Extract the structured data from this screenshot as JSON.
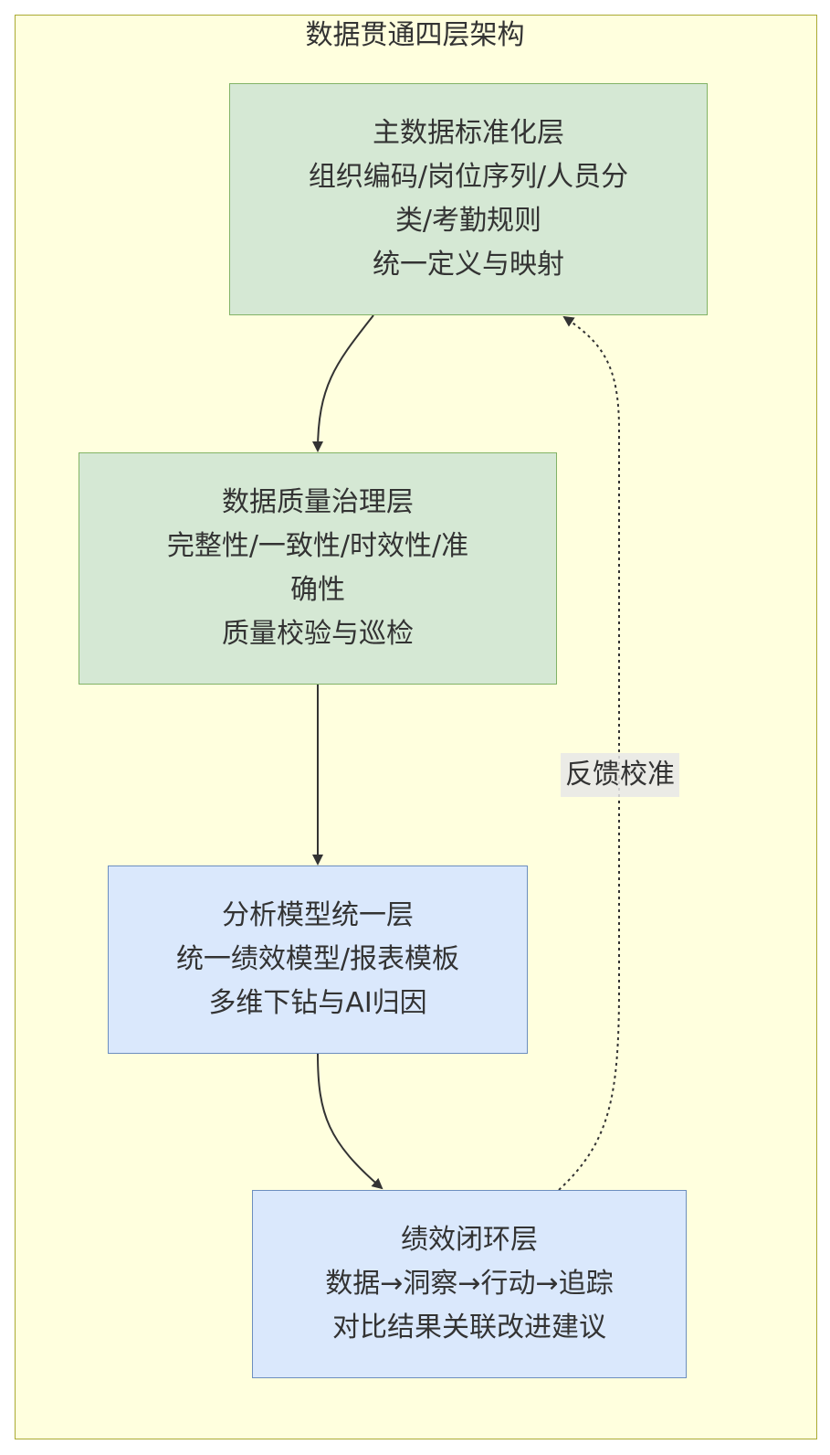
{
  "diagram": {
    "title": "数据贯通四层架构",
    "nodes": [
      {
        "id": "n1",
        "lines": [
          "主数据标准化层",
          "组织编码/岗位序列/人员分",
          "类/考勤规则",
          "统一定义与映射"
        ]
      },
      {
        "id": "n2",
        "lines": [
          "数据质量治理层",
          "完整性/一致性/时效性/准",
          "确性",
          "质量校验与巡检"
        ]
      },
      {
        "id": "n3",
        "lines": [
          "分析模型统一层",
          "统一绩效模型/报表模板",
          "多维下钻与AI归因"
        ]
      },
      {
        "id": "n4",
        "lines": [
          "绩效闭环层",
          "数据→洞察→行动→追踪",
          "对比结果关联改进建议"
        ]
      }
    ],
    "edges": [
      {
        "from": "n1",
        "to": "n2",
        "style": "solid",
        "label": ""
      },
      {
        "from": "n2",
        "to": "n3",
        "style": "solid",
        "label": ""
      },
      {
        "from": "n3",
        "to": "n4",
        "style": "solid",
        "label": ""
      },
      {
        "from": "n4",
        "to": "n1",
        "style": "dashed",
        "label": "反馈校准"
      }
    ],
    "colors": {
      "cluster_fill": "#ffffde",
      "cluster_border": "#aaaa33",
      "green_fill": "#d5e8d4",
      "green_border": "#82b366",
      "blue_fill": "#dae8fc",
      "blue_border": "#6c8ebf",
      "edge": "#333333"
    }
  }
}
